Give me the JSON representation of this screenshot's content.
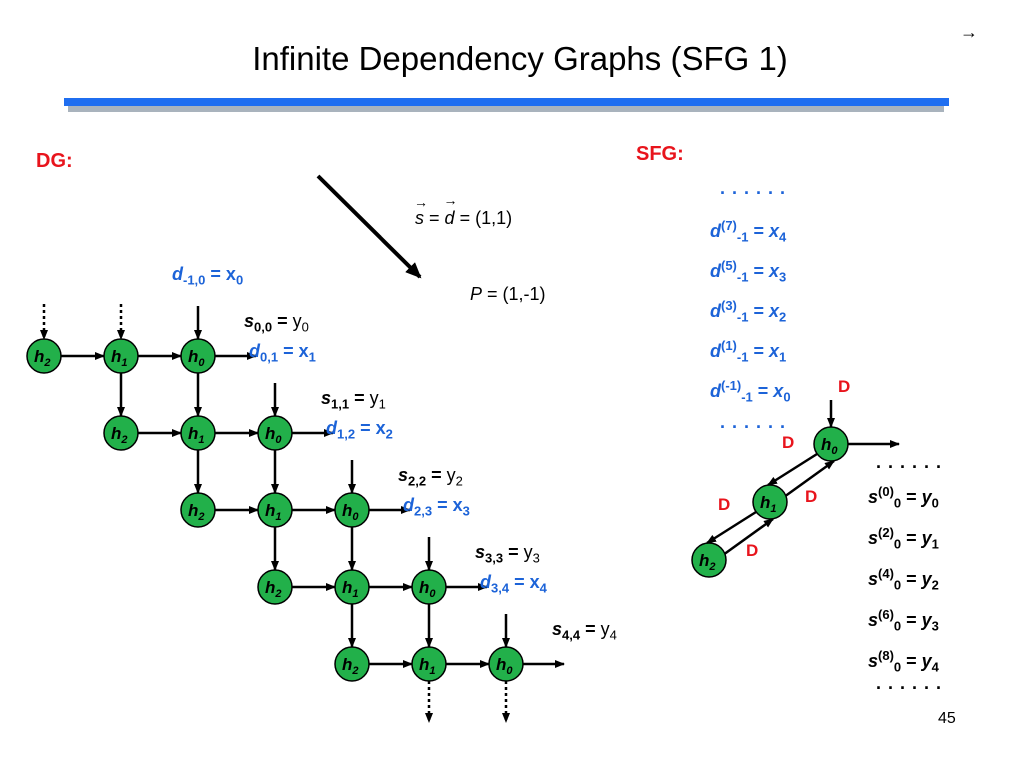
{
  "title": "Infinite Dependency Graphs (SFG 1)",
  "corner_arrow": "→",
  "page_number": "45",
  "dg": {
    "label": "DG:",
    "node_letter": "h",
    "rows": [
      {
        "d_label": "d",
        "d_sub": "-1,0",
        "x_label": "x",
        "x_sub": "0",
        "s_label": "s",
        "s_sub": "0,0",
        "y_label": "y",
        "y_sub": "0",
        "nodes": [
          "2",
          "1",
          "0"
        ]
      },
      {
        "d_label": "d",
        "d_sub": "0,1",
        "x_label": "x",
        "x_sub": "1",
        "s_label": "s",
        "s_sub": "1,1",
        "y_label": "y",
        "y_sub": "1",
        "nodes": [
          "2",
          "1",
          "0"
        ]
      },
      {
        "d_label": "d",
        "d_sub": "1,2",
        "x_label": "x",
        "x_sub": "2",
        "s_label": "s",
        "s_sub": "2,2",
        "y_label": "y",
        "y_sub": "2",
        "nodes": [
          "2",
          "1",
          "0"
        ]
      },
      {
        "d_label": "d",
        "d_sub": "2,3",
        "x_label": "x",
        "x_sub": "3",
        "s_label": "s",
        "s_sub": "3,3",
        "y_label": "y",
        "y_sub": "3",
        "nodes": [
          "2",
          "1",
          "0"
        ]
      },
      {
        "d_label": "d",
        "d_sub": "3,4",
        "x_label": "x",
        "x_sub": "4",
        "s_label": "s",
        "s_sub": "4,4",
        "y_label": "y",
        "y_sub": "4",
        "nodes": [
          "2",
          "1",
          "0"
        ]
      }
    ]
  },
  "projection": {
    "s_symbol": "s",
    "d_symbol": "d",
    "equals": "=",
    "sd_value": "= (1,1)",
    "p_symbol": "P",
    "p_value": "= (1,-1)"
  },
  "sfg": {
    "label": "SFG:",
    "dots": ". . . . . .",
    "d_entries": [
      {
        "sup": "(7)",
        "sub": "-1",
        "x": "x",
        "x_sub": "4"
      },
      {
        "sup": "(5)",
        "sub": "-1",
        "x": "x",
        "x_sub": "3"
      },
      {
        "sup": "(3)",
        "sub": "-1",
        "x": "x",
        "x_sub": "2"
      },
      {
        "sup": "(1)",
        "sub": "-1",
        "x": "x",
        "x_sub": "1"
      },
      {
        "sup": "(-1)",
        "sub": "-1",
        "x": "x",
        "x_sub": "0"
      }
    ],
    "delay_label": "D",
    "nodes": [
      "0",
      "1",
      "2"
    ],
    "s_entries": [
      {
        "sup": "(0)",
        "sub": "0",
        "y": "y",
        "y_sub": "0"
      },
      {
        "sup": "(2)",
        "sub": "0",
        "y": "y",
        "y_sub": "1"
      },
      {
        "sup": "(4)",
        "sub": "0",
        "y": "y",
        "y_sub": "2"
      },
      {
        "sup": "(6)",
        "sub": "0",
        "y": "y",
        "y_sub": "3"
      },
      {
        "sup": "(8)",
        "sub": "0",
        "y": "y",
        "y_sub": "4"
      }
    ]
  },
  "colors": {
    "node_fill": "#22b04a",
    "title_rule_blue": "#1f6ef0",
    "title_rule_shadow": "#a9b3bd",
    "red": "#e8141c",
    "blue": "#1c63d8"
  }
}
